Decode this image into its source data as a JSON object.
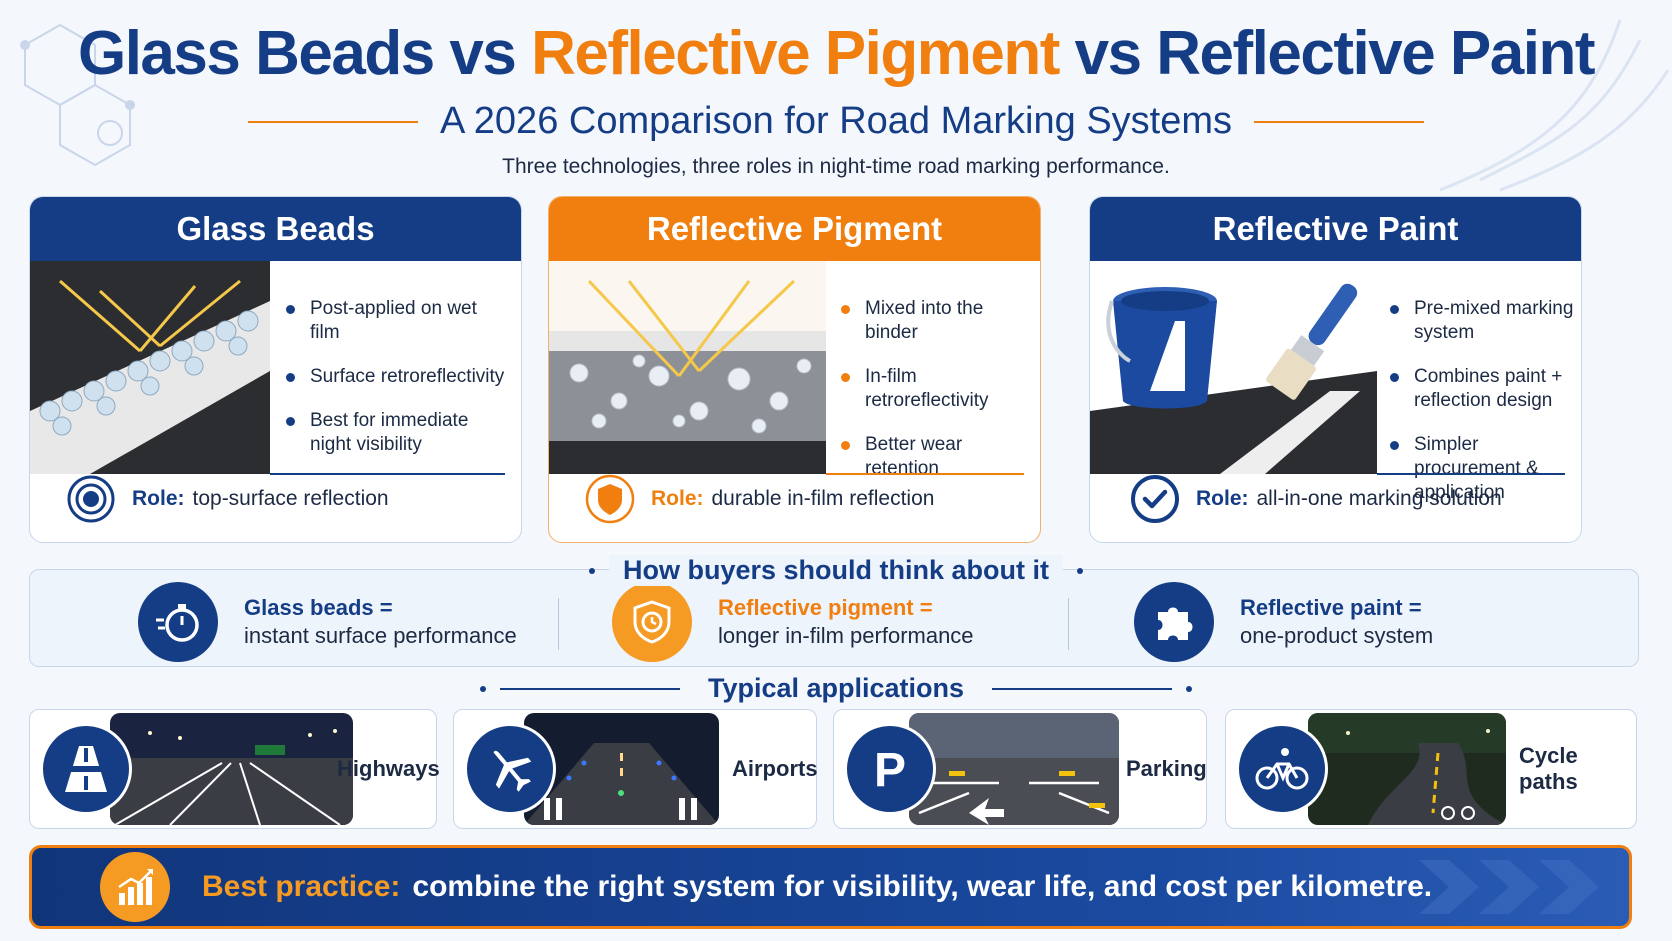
{
  "header": {
    "title_part1": "Glass Beads vs ",
    "title_part2": "Reflective Pigment",
    "title_part3": " vs Reflective Paint",
    "subtitle": "A 2026 Comparison for Road Marking Systems",
    "tagline": "Three technologies, three roles in night-time road marking performance."
  },
  "cards": [
    {
      "title": "Glass Beads",
      "bullets": [
        "Post-applied on wet film",
        "Surface retroreflectivity",
        "Best for immediate night visibility"
      ],
      "role_label": "Role:",
      "role_text": "top-surface reflection"
    },
    {
      "title": "Reflective Pigment",
      "bullets": [
        "Mixed into the binder",
        "In-film retroreflectivity",
        "Better wear retention"
      ],
      "role_label": "Role:",
      "role_text": "durable in-film reflection"
    },
    {
      "title": "Reflective Paint",
      "bullets": [
        "Pre-mixed marking system",
        "Combines paint + reflection design",
        "Simpler procurement & application"
      ],
      "role_label": "Role:",
      "role_text": "all-in-one marking solution"
    }
  ],
  "buyers": {
    "title": "How buyers should think about it",
    "items": [
      {
        "head": "Glass beads =",
        "text": "instant surface performance",
        "icon": "stopwatch-icon"
      },
      {
        "head": "Reflective pigment =",
        "text": "longer in-film performance",
        "icon": "shield-clock-icon"
      },
      {
        "head": "Reflective paint =",
        "text": "one-product system",
        "icon": "puzzle-icon"
      }
    ]
  },
  "applications": {
    "title": "Typical applications",
    "items": [
      {
        "label": "Highways",
        "icon": "highway-icon"
      },
      {
        "label": "Airports",
        "icon": "airplane-icon"
      },
      {
        "label": "Parking",
        "icon": "parking-icon"
      },
      {
        "label": "Cycle paths",
        "icon": "bicycle-icon"
      }
    ]
  },
  "banner": {
    "highlight": "Best practice:",
    "text": "combine the right system for visibility, wear life, and cost per kilometre."
  },
  "colors": {
    "navy": "#153d86",
    "orange": "#f07f10",
    "background": "#f4f7fc"
  }
}
